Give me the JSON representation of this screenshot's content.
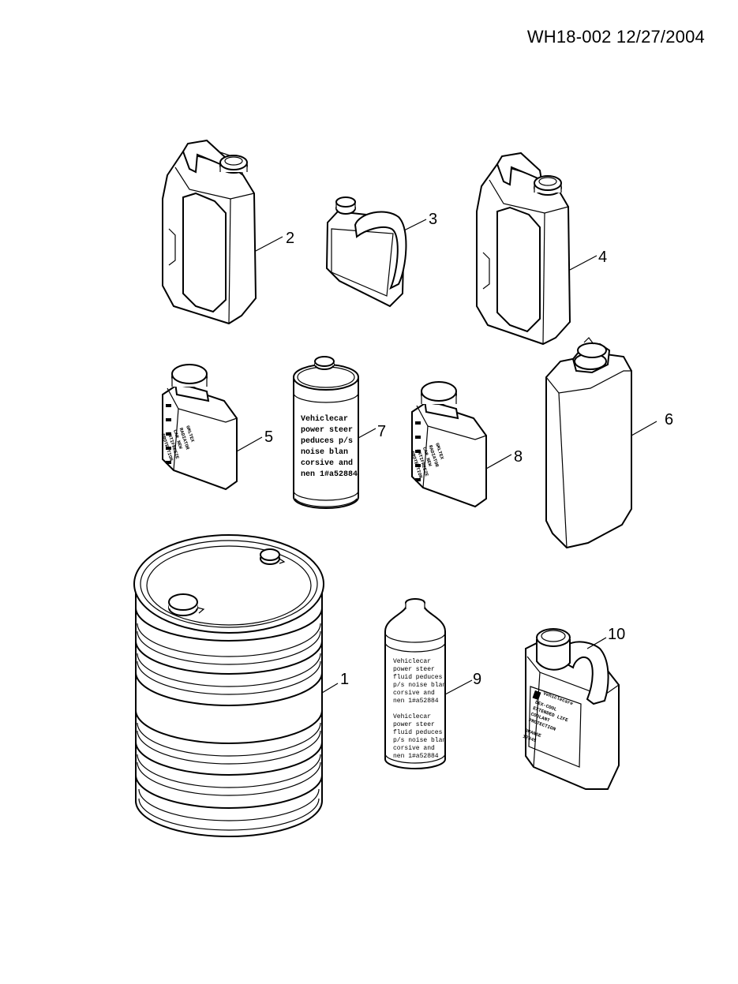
{
  "header": {
    "reference": "WH18-002 12/27/2004"
  },
  "callouts": {
    "c1": "1",
    "c2": "2",
    "c3": "3",
    "c4": "4",
    "c5": "5",
    "c6": "6",
    "c7": "7",
    "c8": "8",
    "c9": "9",
    "c10": "10"
  },
  "can7_label": [
    "Vehiclecar",
    "power steer",
    "peduces p/s",
    "noise blan",
    "corsive and",
    "nen 1#a52884"
  ],
  "can9_label": [
    "Vehiclecar",
    "power steer",
    "fluid peduces",
    "p/s noise blan",
    "corsive and",
    "nen 1#a52884",
    "",
    "Vehiclecar",
    "power steer",
    "fluid peduces",
    "p/s noise blan",
    "corsive and",
    "nen 1#a52884"
  ],
  "bottle5_label": [
    "GMLTEX",
    "RADIATOR",
    "CAR NEW",
    "ANTIFREEZE",
    "PROTECTION"
  ],
  "bottle8_label": [
    "GMLTEX",
    "RADIATOR",
    "CAR NEW",
    "ANTIFREEZE",
    "PROTECTION"
  ],
  "jug10_label": [
    "Vehiclecare",
    "DEX-COOL",
    "EXTENDED LIFE",
    "COOLANT",
    "PROTECTION",
    "ORANGE",
    "12345"
  ]
}
